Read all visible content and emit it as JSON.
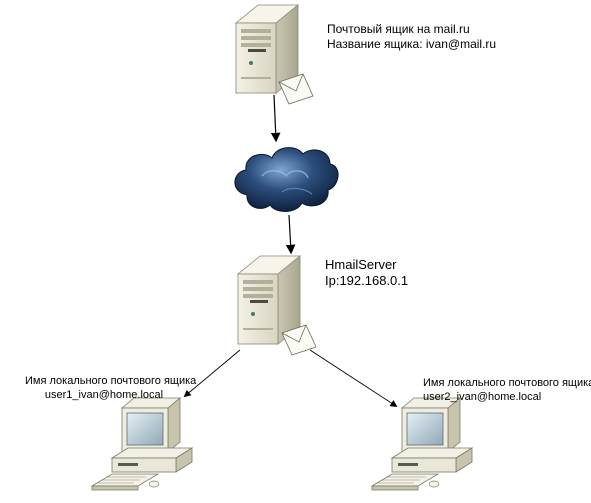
{
  "mail_server": {
    "line1": "Почтовый ящик на mail.ru",
    "line2": "Название ящика: ivan@mail.ru"
  },
  "hmail_server": {
    "line1": "HmailServer",
    "line2": "Ip:192.168.0.1"
  },
  "client_left": {
    "line1": "Имя локального почтового ящика",
    "line2": "user1_ivan@home.local"
  },
  "client_right": {
    "line1": "Имя локального почтового ящика",
    "line2": "user2_ivan@home.local"
  },
  "colors": {
    "server_body": "#e8e6d6",
    "server_dark": "#b8b5a0",
    "cloud_dark": "#0d1f3a",
    "cloud_light": "#5a86b8",
    "screen": "#c8d8e0",
    "arrow": "#000000"
  },
  "icons": [
    "server-icon",
    "envelope-icon",
    "cloud-icon",
    "computer-icon"
  ]
}
